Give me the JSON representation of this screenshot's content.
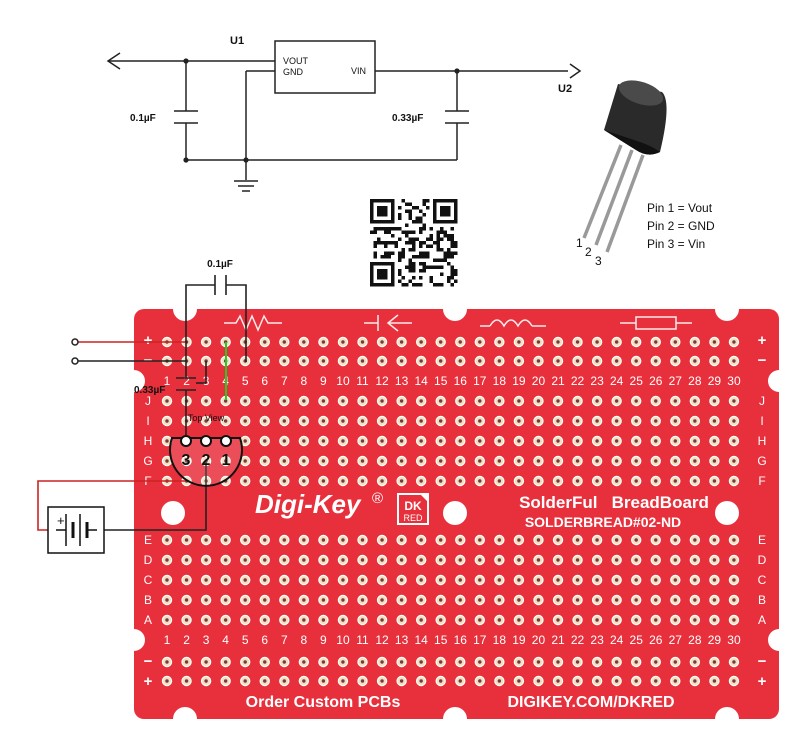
{
  "schematic": {
    "u1_label": "U1",
    "u2_label": "U2",
    "vout_label": "VOUT",
    "gnd_label": "GND",
    "vin_label": "VIN",
    "cap_out_label": "0.1µF",
    "cap_in_label": "0.33µF"
  },
  "qr_icon": "qr-code-icon",
  "transistor": {
    "pins": [
      "Pin 1 = Vout",
      "Pin 2 = GND",
      "Pin 3 = Vin"
    ],
    "pin_numbers": [
      "1",
      "2",
      "3"
    ]
  },
  "build": {
    "cap_top_label": "0.1µF",
    "cap_left_label": "0.33µF",
    "top_view_label": "Top View",
    "to92_numbers": [
      "3",
      "2",
      "1"
    ],
    "battery_plus": "+"
  },
  "board": {
    "color": "#e8303c",
    "hole_color": "#f2dfc0",
    "wire_colors": {
      "red": "#cc2222",
      "black": "#222222",
      "green": "#22cc22"
    },
    "columns": [
      "1",
      "2",
      "3",
      "4",
      "5",
      "6",
      "7",
      "8",
      "9",
      "10",
      "11",
      "12",
      "13",
      "14",
      "15",
      "16",
      "17",
      "18",
      "19",
      "20",
      "21",
      "22",
      "23",
      "24",
      "25",
      "26",
      "27",
      "28",
      "29",
      "30"
    ],
    "rows_top": [
      "J",
      "I",
      "H",
      "G",
      "F"
    ],
    "rows_bottom": [
      "E",
      "D",
      "C",
      "B",
      "A"
    ],
    "plus": "+",
    "minus": "−",
    "brand": "Digi-Key",
    "registered": "®",
    "dk_logo_top": "DK",
    "dk_logo_bottom": "RED",
    "product_title": "SolderFul   BreadBoard",
    "product_code": "SOLDERBREAD#02-ND",
    "footer_left": "Order Custom PCBs",
    "footer_right": "DIGIKEY.COM/DKRED"
  }
}
